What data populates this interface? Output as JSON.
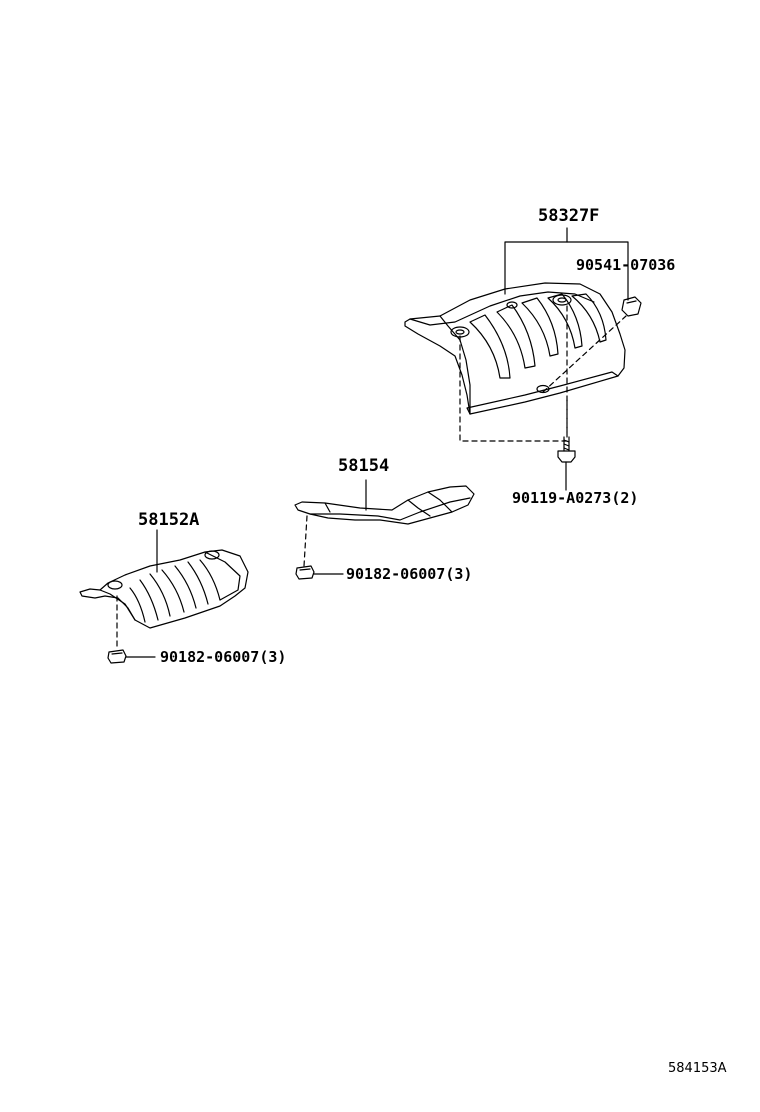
{
  "callouts": {
    "part_58327F": "58327F",
    "part_90541_07036": "90541-07036",
    "part_90119_A0273": "90119-A0273(2)",
    "part_58154": "58154",
    "part_90182_06007_mid": "90182-06007(3)",
    "part_58152A": "58152A",
    "part_90182_06007_left": "90182-06007(3)"
  },
  "figure_ref": "584153A"
}
